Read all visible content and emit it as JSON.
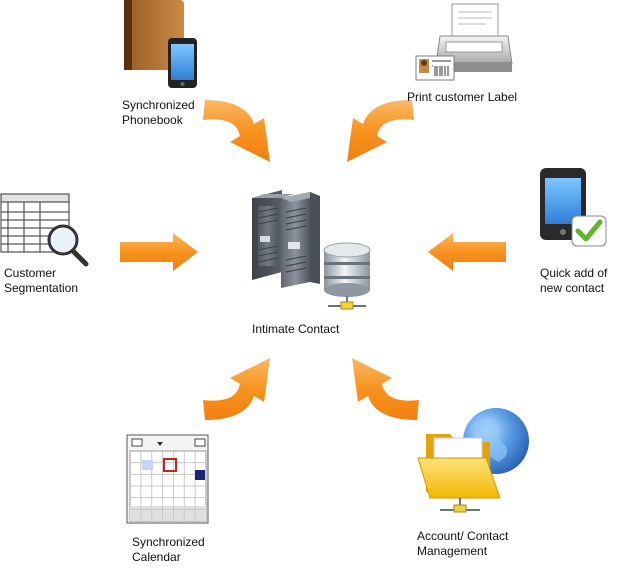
{
  "center": {
    "label": "Intimate Contact",
    "icon": "server-database-icon"
  },
  "nodes": [
    {
      "id": "phonebook",
      "lines": [
        "Synchronized",
        "Phonebook"
      ],
      "icon": "phonebook-smartphone-icon"
    },
    {
      "id": "print-label",
      "lines": [
        "Print customer Label"
      ],
      "icon": "printer-label-icon"
    },
    {
      "id": "segmentation",
      "lines": [
        "Customer",
        "Segmentation"
      ],
      "icon": "table-magnifier-icon"
    },
    {
      "id": "quick-add",
      "lines": [
        "Quick add of",
        "new contact"
      ],
      "icon": "phone-checkmark-icon"
    },
    {
      "id": "calendar",
      "lines": [
        "Synchronized",
        "Calendar"
      ],
      "icon": "calendar-icon"
    },
    {
      "id": "account",
      "lines": [
        "Account/ Contact",
        "Management"
      ],
      "icon": "folder-globe-icon"
    }
  ],
  "colors": {
    "arrow": "#f7931e",
    "arrow_light": "#fbb866",
    "accent_check": "#5fb42a",
    "globe": "#4a8fdc",
    "folder": "#f5c518"
  }
}
